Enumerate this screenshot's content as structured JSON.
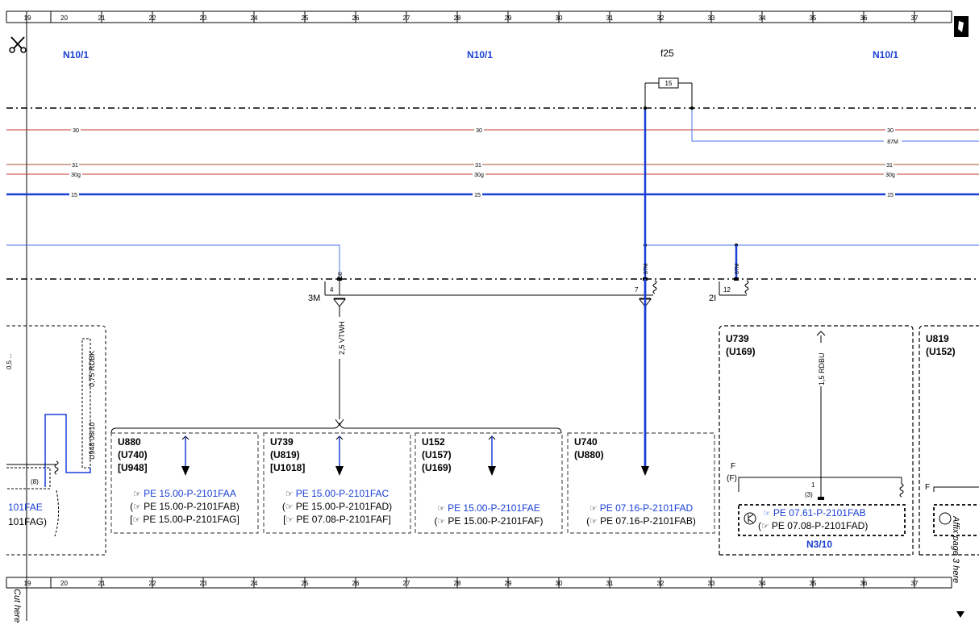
{
  "grid_columns": [
    "19",
    "20",
    "21",
    "22",
    "23",
    "24",
    "25",
    "26",
    "27",
    "28",
    "29",
    "30",
    "31",
    "32",
    "33",
    "34",
    "35",
    "36",
    "37"
  ],
  "header": {
    "n10_left": "N10/1",
    "n10_mid": "N10/1",
    "n10_right": "N10/1",
    "fuse_name": "f25",
    "fuse_value": "15"
  },
  "circuits": {
    "c30": "30",
    "c87m": "87M",
    "c31": "31",
    "c30g": "30g",
    "c15": "15"
  },
  "connector": {
    "pin_4": "4",
    "pin_7": "7",
    "pin_12": "12",
    "label_3m": "3M",
    "label_2i": "2I",
    "term_58": "58",
    "term_87m_a": "87M",
    "term_87m_b": "87M",
    "pin_f": "F",
    "pin_f_paren": "(F)",
    "pin_1": "1",
    "pin_3_paren": "(3)",
    "pin_8_paren": "(8)",
    "pin_f_right": "F"
  },
  "wires": {
    "vtwh": "2,5 VTWH",
    "rdbu": "1,5 RDBU",
    "rdbk": "0,75 RDBK",
    "left_partial": "U948 06/10",
    "left_top_partial": "0,5 ..."
  },
  "boxes": {
    "u880": {
      "l1": "U880",
      "l2": "(U740)",
      "l3": "[U948]",
      "r1": "PE 15.00-P-2101FAA",
      "r2": "PE 15.00-P-2101FAB",
      "r3": "PE 15.00-P-2101FAG"
    },
    "u739": {
      "l1": "U739",
      "l2": "(U819)",
      "l3": "[U1018]",
      "r1": "PE 15.00-P-2101FAC",
      "r2": "PE 15.00-P-2101FAD",
      "r3": "PE 07.08-P-2101FAF"
    },
    "u152": {
      "l1": "U152",
      "l2": "(U157)",
      "l3": "(U169)",
      "r1": "PE 15.00-P-2101FAE",
      "r2": "PE 15.00-P-2101FAF"
    },
    "u740": {
      "l1": "U740",
      "l2": "(U880)",
      "r1": "PE 07.16-P-2101FAD",
      "r2": "PE 07.16-P-2101FAB"
    },
    "right": {
      "l1": "U739",
      "l2": "(U169)",
      "r1": "PE 07.61-P-2101FAB",
      "r2": "PE 07.08-P-2101FAD",
      "n3": "N3/10"
    },
    "far_right": {
      "l1": "U819",
      "l2": "(U152)"
    },
    "left_partial": {
      "r1": "101FAE",
      "r2": "101FAG)"
    }
  },
  "margin": {
    "cut_here": "Cut here",
    "affix": "Affix page 3 here"
  },
  "colors": {
    "wire_15": "#1a3fd6",
    "wire_87m": "#4a74e8",
    "wire_30": "#c0392b",
    "wire_31": "#a0522d",
    "wire_30g": "#c0392b",
    "link_text": "#1a3fd6"
  }
}
